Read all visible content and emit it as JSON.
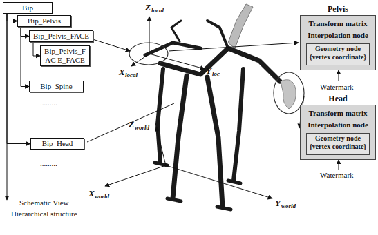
{
  "diagram": {
    "nodes": [
      {
        "text": [
          "Bip"
        ]
      },
      {
        "text": [
          "Bip_Pelvis"
        ]
      },
      {
        "text": [
          "Bip_Pelvis_FACE"
        ]
      },
      {
        "text": [
          "Bip_Pelvis_FAC E_FACE"
        ]
      },
      {
        "text": [
          "Bip_Spine"
        ]
      },
      {
        "text": [
          "Bip_Head"
        ]
      },
      {
        "text": [
          "Pelvis",
          "Transform matrix",
          "Interpolation node"
        ]
      },
      {
        "text": [
          "Geometry node",
          "{vertex coordinate}"
        ],
        "in": 6
      },
      {
        "text": [
          "Head",
          "Transform matrix",
          "Interpolation node"
        ]
      },
      {
        "text": [
          "Geometry node",
          "{vertex coordinate}"
        ],
        "in": 8
      }
    ],
    "edges": [
      {
        "from": 0,
        "to": 1,
        "arrow": "to"
      },
      {
        "from": 0,
        "to": 5,
        "arrow": "to"
      },
      {
        "from": 1,
        "to": 2,
        "arrow": "to"
      },
      {
        "from": 1,
        "to": 4,
        "arrow": "to"
      },
      {
        "from": 2,
        "to": 3,
        "arrow": "to"
      }
    ],
    "labels": [
      "Schematic View",
      "Hierarchical structure",
      ".........",
      ".........",
      "Z",
      "local",
      "X",
      "local",
      "Y",
      "loc",
      "Z",
      "world",
      "X",
      "world",
      "Y",
      "world",
      "Watermark",
      "Watermark"
    ]
  }
}
